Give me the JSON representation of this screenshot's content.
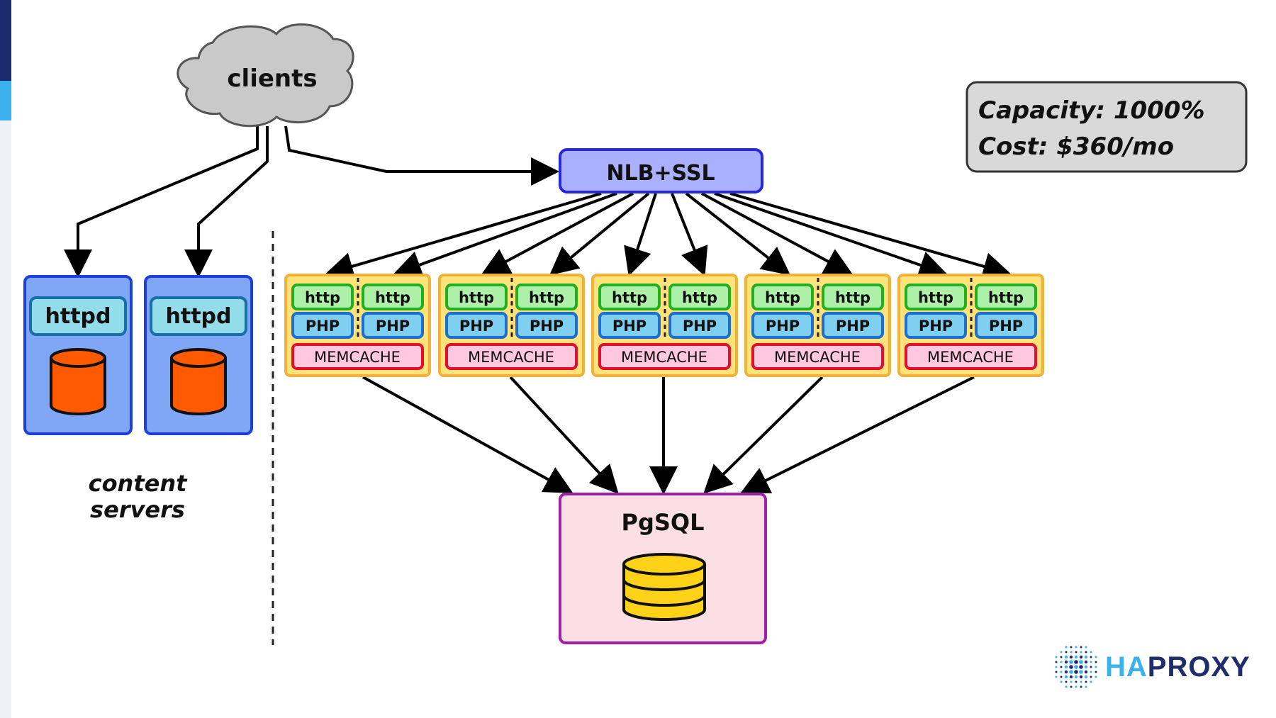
{
  "clients": {
    "label": "clients"
  },
  "balancer": {
    "label": "NLB+SSL"
  },
  "stats": {
    "capacity": "Capacity: 1000%",
    "cost": "Cost: $360/mo"
  },
  "content_servers": {
    "caption_line1": "content",
    "caption_line2": "servers",
    "servers": [
      {
        "label": "httpd"
      },
      {
        "label": "httpd"
      }
    ]
  },
  "app_servers": [
    {
      "http_left": "http",
      "http_right": "http",
      "php_left": "PHP",
      "php_right": "PHP",
      "cache": "MEMCACHE"
    },
    {
      "http_left": "http",
      "http_right": "http",
      "php_left": "PHP",
      "php_right": "PHP",
      "cache": "MEMCACHE"
    },
    {
      "http_left": "http",
      "http_right": "http",
      "php_left": "PHP",
      "php_right": "PHP",
      "cache": "MEMCACHE"
    },
    {
      "http_left": "http",
      "http_right": "http",
      "php_left": "PHP",
      "php_right": "PHP",
      "cache": "MEMCACHE"
    },
    {
      "http_left": "http",
      "http_right": "http",
      "php_left": "PHP",
      "php_right": "PHP",
      "cache": "MEMCACHE"
    }
  ],
  "database": {
    "label": "PgSQL"
  },
  "logo": {
    "prefix": "HA",
    "suffix": "PROXY"
  },
  "colors": {
    "balancer_fill": "#aab0ff",
    "balancer_stroke": "#2727e0",
    "server_fill": "#7fa7f5",
    "server_stroke": "#1e3fd8",
    "httpd_fill": "#93dcea",
    "cylinder": "#ff5a00",
    "app_fill": "#ffe27a",
    "app_stroke": "#f0b23a",
    "http_fill": "#aef0a8",
    "http_stroke": "#1fb11f",
    "php_fill": "#7fd0f0",
    "php_stroke": "#1c6fd0",
    "cache_fill": "#ffc8de",
    "cache_stroke": "#e0102a",
    "db_fill": "#fbdfe4",
    "db_stroke": "#a020a8",
    "db_cylinder": "#ffd21a",
    "stats_fill": "#d9d9d9"
  }
}
